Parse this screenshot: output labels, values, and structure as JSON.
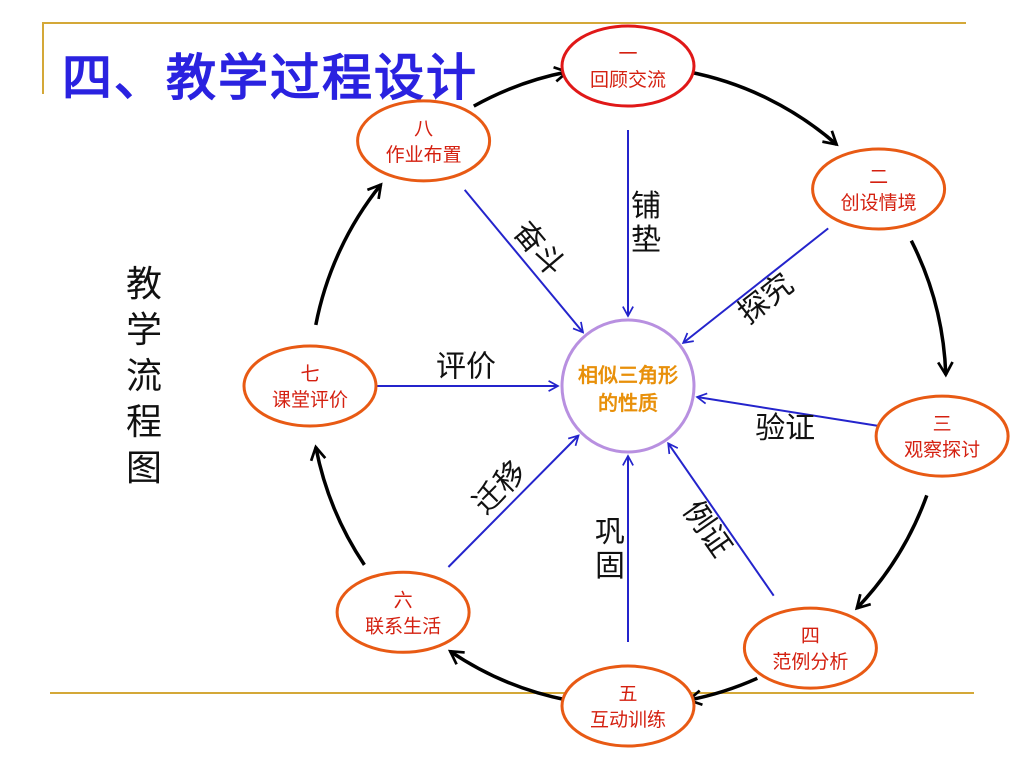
{
  "title": "四、教学过程设计",
  "side_label": [
    "教",
    "学",
    "流",
    "程",
    "图"
  ],
  "center": {
    "line1": "相似三角形",
    "line2": "的性质"
  },
  "steps": [
    {
      "num": "一",
      "label": "回顾交流"
    },
    {
      "num": "二",
      "label": "创设情境"
    },
    {
      "num": "三",
      "label": "观察探讨"
    },
    {
      "num": "四",
      "label": "范例分析"
    },
    {
      "num": "五",
      "label": "互动训练"
    },
    {
      "num": "六",
      "label": "联系生活"
    },
    {
      "num": "七",
      "label": "课堂评价"
    },
    {
      "num": "八",
      "label": "作业布置"
    }
  ],
  "edges": [
    {
      "from_step": 0,
      "label": "铺垫"
    },
    {
      "from_step": 1,
      "label": "探究"
    },
    {
      "from_step": 2,
      "label": "验证"
    },
    {
      "from_step": 3,
      "label": "例证"
    },
    {
      "from_step": 4,
      "label": "巩固"
    },
    {
      "from_step": 5,
      "label": "迁移"
    },
    {
      "from_step": 6,
      "label": "评价"
    },
    {
      "from_step": 7,
      "label": "奋斗"
    }
  ],
  "colors": {
    "title": "#2a22e0",
    "step_text": "#d42010",
    "step_border_first": "#e01818",
    "step_border": "#e85a14",
    "center_border": "#b890e0",
    "center_text": "#e8900a",
    "edge_arrow": "#2424cc",
    "cycle": "#000000",
    "rule": "#d4a838"
  }
}
